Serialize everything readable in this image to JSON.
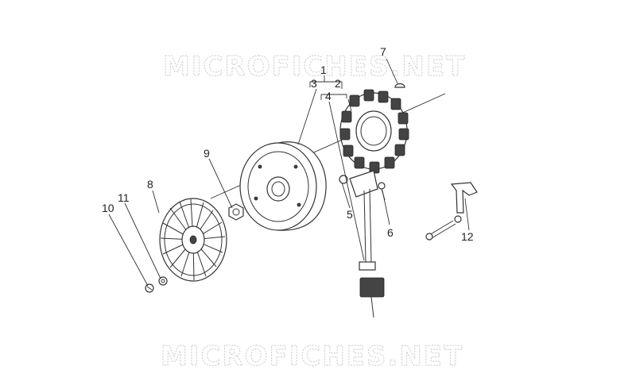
{
  "watermark": {
    "top": "MICROFICHES.NET",
    "bottom": "MICROFICHES.NET"
  },
  "callouts": {
    "c1": "1",
    "c2": "2",
    "c3": "3",
    "c4": "4",
    "c5": "5",
    "c6": "6",
    "c7": "7",
    "c8": "8",
    "c9": "9",
    "c10": "10",
    "c11": "11",
    "c12": "12"
  },
  "parts": {
    "p1": "flywheel magneto assembly",
    "p2": "stator assembly",
    "p3": "rotor flywheel",
    "p4": "stator winding",
    "p5": "pickup bracket",
    "p6": "screw",
    "p7": "woodruff key",
    "p8": "cooling fan",
    "p9": "nut",
    "p10": "screw",
    "p11": "washer",
    "p12": "cable clamp"
  }
}
